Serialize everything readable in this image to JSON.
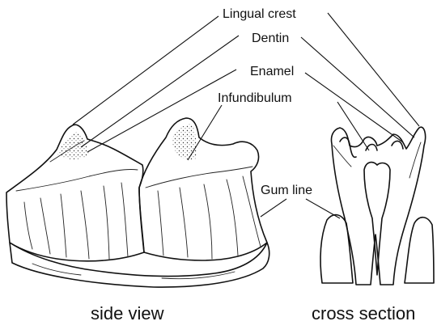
{
  "labels": {
    "lingual_crest": "Lingual crest",
    "dentin": "Dentin",
    "enamel": "Enamel",
    "infundibulum": "Infundibulum",
    "gum_line": "Gum line"
  },
  "captions": {
    "side_view": "side view",
    "cross_section": "cross section"
  },
  "colors": {
    "ink": "#111111",
    "background": "#ffffff"
  }
}
